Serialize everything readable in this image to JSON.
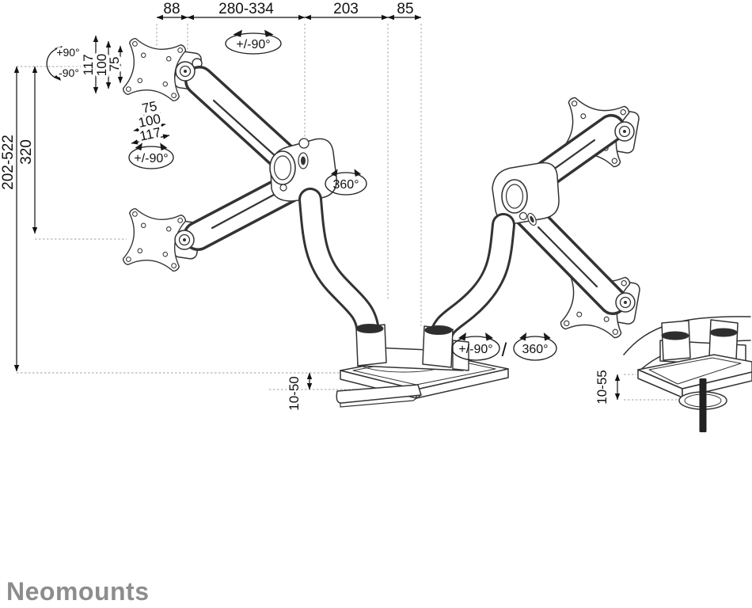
{
  "brand": "Neomounts",
  "colors": {
    "background": "#ffffff",
    "line_art": "#333333",
    "dimension": "#111111",
    "extension_dotted": "#b5b5b5",
    "logo_gray": "#8d8d8d",
    "rod_black": "#222222"
  },
  "dims": {
    "top": [
      "88",
      "280-334",
      "203",
      "85"
    ],
    "left": [
      "202-522",
      "320"
    ],
    "vesa_v": [
      "117",
      "100",
      "75"
    ],
    "vesa_h": [
      "75",
      "100",
      "117"
    ],
    "clamp": "10-50",
    "grommet": "10-55"
  },
  "rot": {
    "tilt_plus": "+90°",
    "tilt_minus": "-90°",
    "swivel_top": "+/-90°",
    "vesa": "+/-90°",
    "arm": "360°",
    "base_swivel": "+/-90°",
    "slash": "/",
    "base_rotate": "360°"
  }
}
